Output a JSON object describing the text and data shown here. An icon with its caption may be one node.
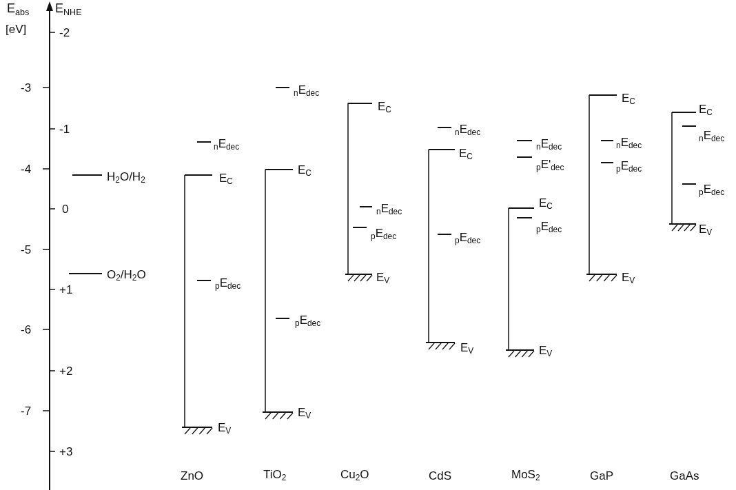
{
  "diagram": {
    "labels": [
      "E$_{abs}$",
      "E$_{NHE}$",
      "[eV]",
      "-2",
      "-3",
      "-1",
      "-4",
      "0",
      "-5",
      "+1",
      "-6",
      "+2",
      "-7",
      "+3",
      "H$_{2}$O/H$_{2}$",
      "O$_{2}$/H$_{2}$O",
      "$_{n}$E$_{dec}$",
      "E$_{C}$",
      "$_{p}$E$_{dec}$",
      "E$_{V}$",
      "$_{n}$E$_{dec}$",
      "E$_{C}$",
      "$_{p}$E$_{dec}$",
      "E$_{V}$",
      "E$_{C}$",
      "$_{n}$E$_{dec}$",
      "$_{p}$E$_{dec}$",
      "E$_{V}$",
      "$_{n}$E$_{dec}$",
      "E$_{C}$",
      "$_{p}$E$_{dec}$",
      "E$_{V}$",
      "$_{n}$E$_{dec}$",
      "$_{p}$E'$_{dec}$",
      "E$_{C}$",
      "$_{p}$E$_{dec}$",
      "E$_{V}$",
      "E$_{C}$",
      "$_{n}$E$_{dec}$",
      "$_{p}$E$_{dec}$",
      "E$_{V}$",
      "E$_{C}$",
      "$_{n}$E$_{dec}$",
      "$_{p}$E$_{dec}$",
      "E$_{V}$",
      "ZnO",
      "TiO$_{2}$",
      "Cu$_{2}$O",
      "CdS",
      "MoS$_{2}$",
      "GaP",
      "GaAs"
    ]
  }
}
